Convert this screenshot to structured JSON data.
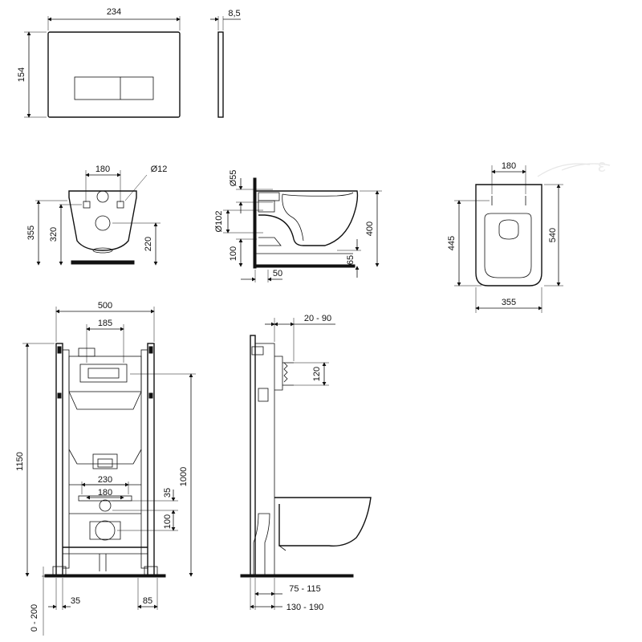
{
  "views": {
    "flush_plate": {
      "width": "234",
      "height": "154",
      "depth": "8,5"
    },
    "wc_back": {
      "holes_spacing": "180",
      "hole_dia": "Ø12",
      "h_total": "355",
      "h_bolt": "320",
      "h_outlet": "220"
    },
    "wc_side": {
      "inlet_dia": "Ø55",
      "outlet_dia": "Ø102",
      "height": "400",
      "bottom": "100",
      "outlet_h": "65",
      "offset": "50"
    },
    "wc_top": {
      "holes_spacing": "180",
      "inner_len": "445",
      "length": "540",
      "width": "355"
    },
    "frame_front": {
      "width": "500",
      "plate_spacing": "185",
      "height": "1150",
      "height_inner": "1000",
      "bolt_spacing_outer": "230",
      "bolt_spacing_inner": "180",
      "dim_35": "35",
      "dim_100": "100",
      "adjust": "0 - 200",
      "foot_left": "35",
      "foot_right": "85"
    },
    "frame_side": {
      "depth_range": "20 - 90",
      "plate_h": "120",
      "range_1": "75 - 115",
      "range_2": "130 - 190"
    }
  }
}
